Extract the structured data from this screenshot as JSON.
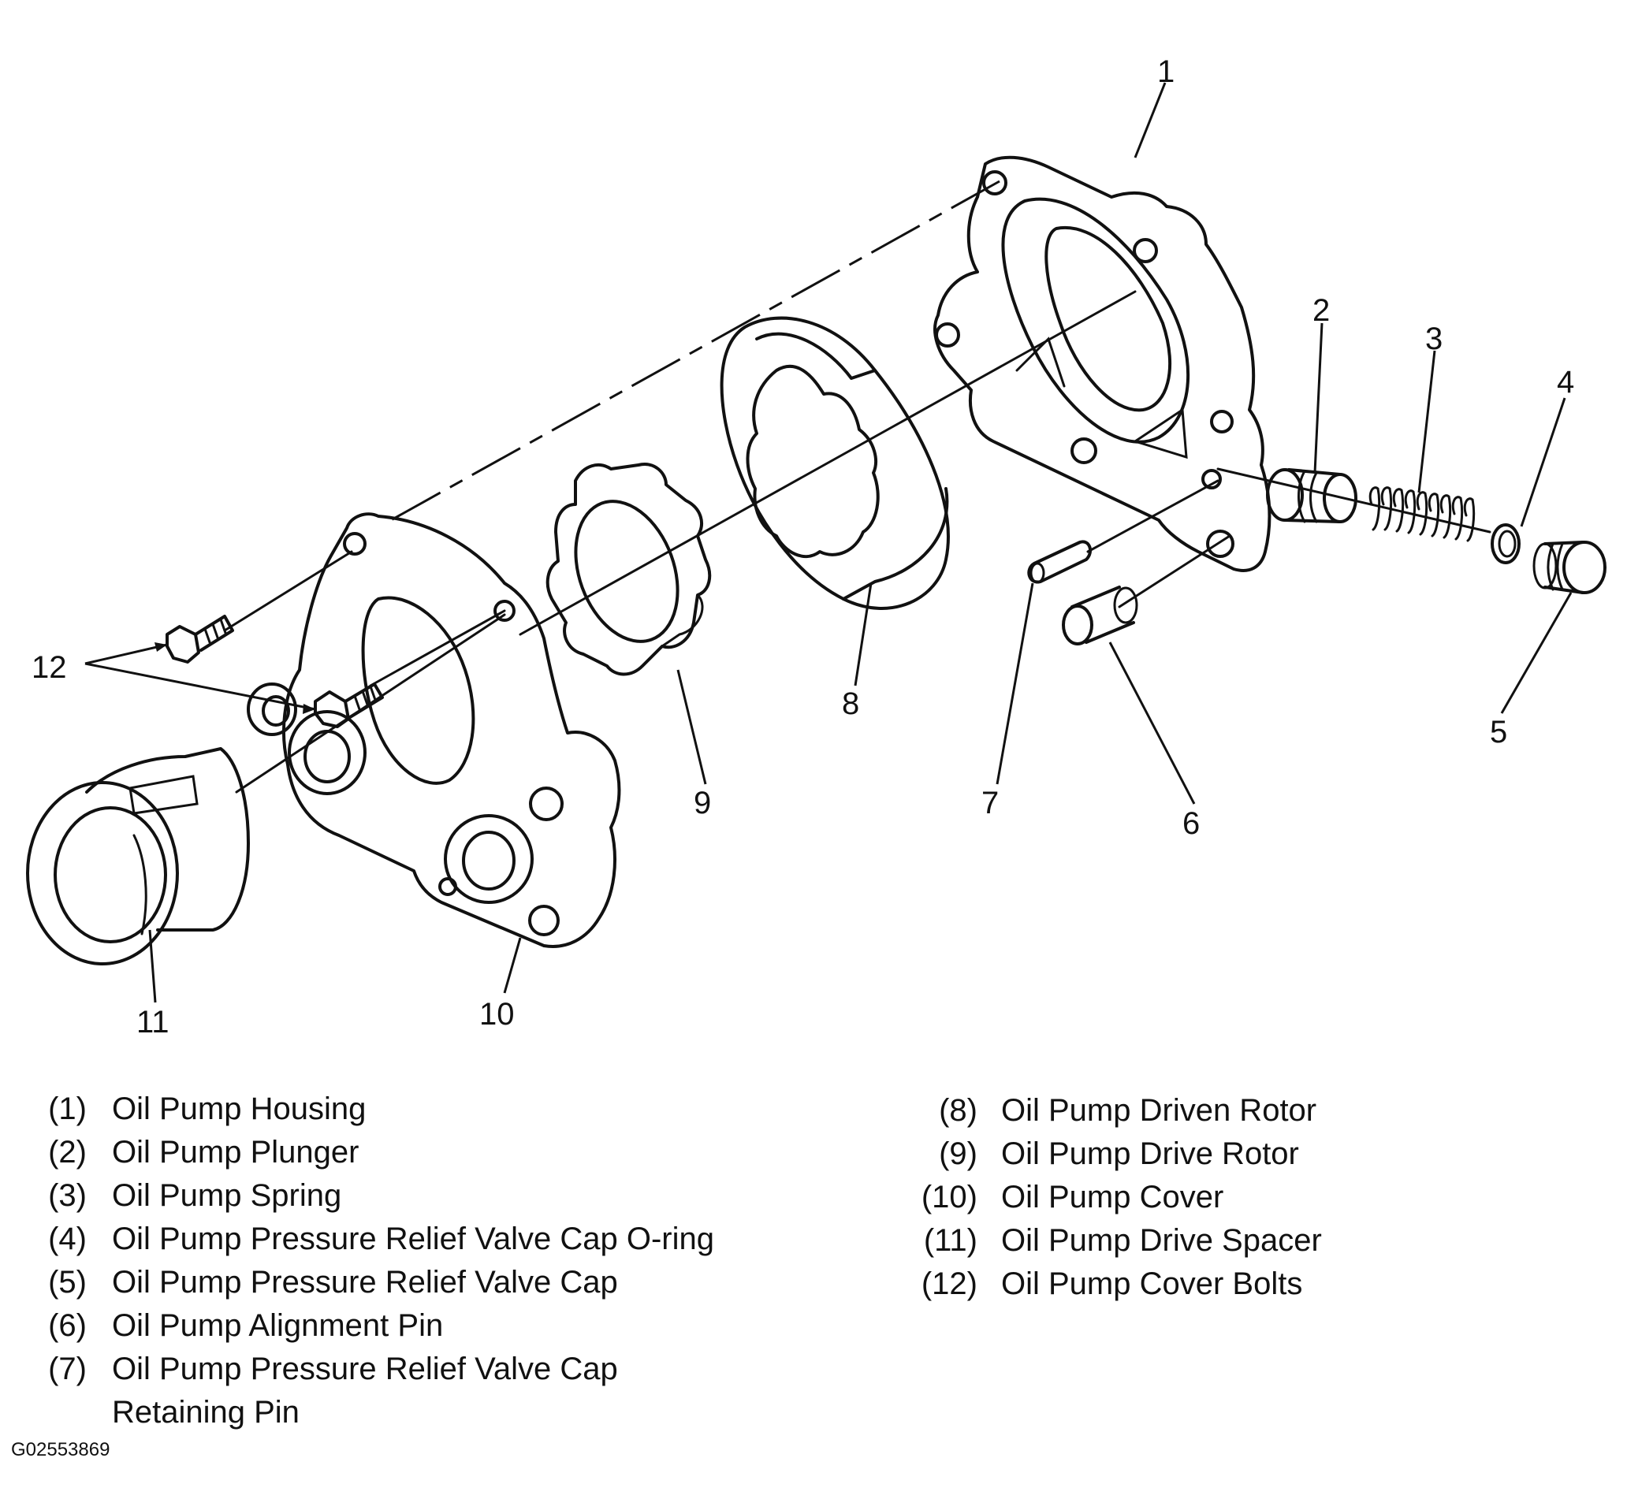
{
  "callouts": {
    "c1": "1",
    "c2": "2",
    "c3": "3",
    "c4": "4",
    "c5": "5",
    "c6": "6",
    "c7": "7",
    "c8": "8",
    "c9": "9",
    "c10": "10",
    "c11": "11",
    "c12": "12"
  },
  "legend_left": [
    {
      "num": "(1)",
      "text": "Oil Pump Housing"
    },
    {
      "num": "(2)",
      "text": "Oil Pump Plunger"
    },
    {
      "num": "(3)",
      "text": "Oil Pump Spring"
    },
    {
      "num": "(4)",
      "text": "Oil Pump Pressure Relief Valve Cap O-ring"
    },
    {
      "num": "(5)",
      "text": "Oil Pump Pressure Relief Valve Cap"
    },
    {
      "num": "(6)",
      "text": "Oil Pump Alignment Pin"
    },
    {
      "num": "(7)",
      "text": "Oil Pump Pressure Relief Valve Cap",
      "cont": "Retaining Pin"
    }
  ],
  "legend_right": [
    {
      "num": "(8)",
      "text": "Oil Pump Driven Rotor"
    },
    {
      "num": "(9)",
      "text": "Oil Pump Drive Rotor"
    },
    {
      "num": "(10)",
      "text": "Oil Pump Cover"
    },
    {
      "num": "(11)",
      "text": "Oil Pump Drive Spacer"
    },
    {
      "num": "(12)",
      "text": "Oil Pump Cover Bolts"
    }
  ],
  "figure_code": "G02553869"
}
